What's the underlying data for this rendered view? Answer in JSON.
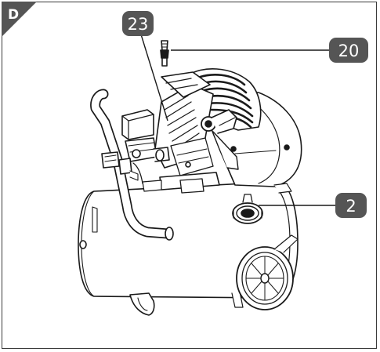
{
  "figure": {
    "corner_label": "D",
    "callouts": [
      {
        "id": "23",
        "label": "23"
      },
      {
        "id": "20",
        "label": "20"
      },
      {
        "id": "2",
        "label": "2"
      }
    ],
    "colors": {
      "callout_fill": "#555555",
      "callout_text": "#ffffff",
      "line": "#1a1a1a",
      "background": "#ffffff"
    },
    "icons": [
      "air-compressor-illustration"
    ]
  }
}
